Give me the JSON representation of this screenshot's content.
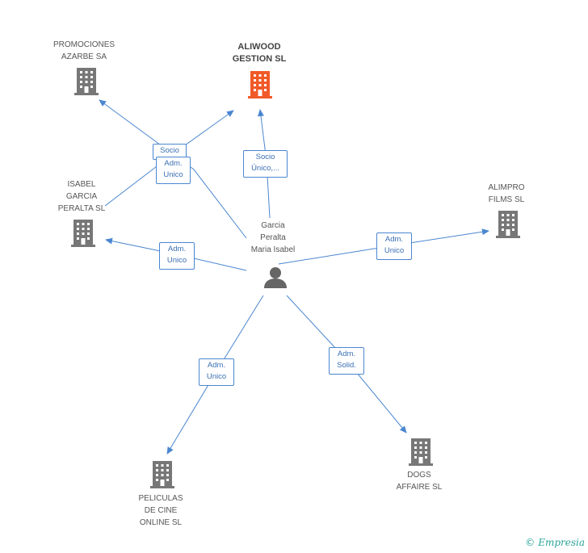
{
  "person": {
    "lines": [
      "Garcia",
      "Peralta",
      "Maria Isabel"
    ]
  },
  "nodes": {
    "promociones": [
      "PROMOCIONES",
      "AZARBE SA"
    ],
    "aliwood": [
      "ALIWOOD",
      "GESTION SL"
    ],
    "isabel": [
      "ISABEL",
      "GARCIA",
      "PERALTA SL"
    ],
    "alimpro": [
      "ALIMPRO",
      "FILMS SL"
    ],
    "peliculas": [
      "PELICULAS",
      "DE CINE",
      "ONLINE  SL"
    ],
    "dogs": [
      "DOGS",
      "AFFAIRE SL"
    ]
  },
  "relations": {
    "socio": "Socio",
    "adm_unico_top": [
      "Adm.",
      "Unico"
    ],
    "socio_unico": [
      "Socio",
      "Único,..."
    ],
    "adm_unico_isabel": [
      "Adm.",
      "Unico"
    ],
    "adm_unico_alimpro": [
      "Adm.",
      "Unico"
    ],
    "adm_unico_peliculas": [
      "Adm.",
      "Unico"
    ],
    "adm_solid_dogs": [
      "Adm.",
      "Solid."
    ]
  },
  "colors": {
    "edge": "#4a86d0",
    "building": "#777777",
    "highlight": "#f05a28",
    "person": "#666666"
  },
  "footer": {
    "copyright": "©",
    "brand": "Empresia"
  }
}
